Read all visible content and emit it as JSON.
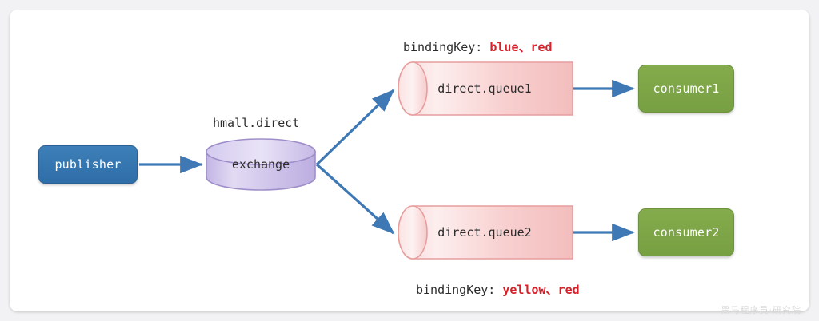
{
  "diagram": {
    "clipped_title": "",
    "watermark": "黑马程序员·研究院",
    "nodes": {
      "publisher": {
        "label": "publisher",
        "color": "#3d7fb8"
      },
      "exchange": {
        "label": "exchange",
        "name_caption": "hmall.direct",
        "color": "#cfc4ea"
      },
      "queue1": {
        "label": "direct.queue1",
        "color": "#f6c4c4"
      },
      "queue2": {
        "label": "direct.queue2",
        "color": "#f6c4c4"
      },
      "consumer1": {
        "label": "consumer1",
        "color": "#84ab4c"
      },
      "consumer2": {
        "label": "consumer2",
        "color": "#84ab4c"
      }
    },
    "bindings": {
      "top": {
        "prefix": "bindingKey: ",
        "keys": "blue、red"
      },
      "bottom": {
        "prefix": "bindingKey: ",
        "keys": "yellow、red"
      }
    },
    "arrow_color": "#3f79b5"
  }
}
